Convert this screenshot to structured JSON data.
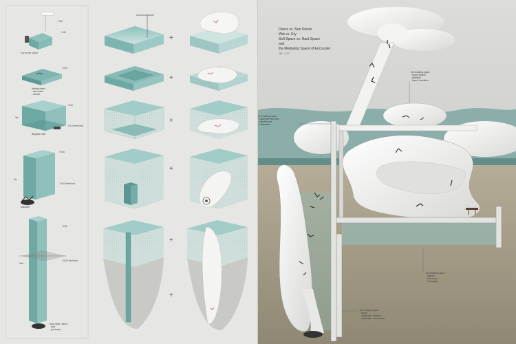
{
  "left_panel": {
    "rows": [
      {
        "label_a": "concrete pillar",
        "level_mark": "+0.00",
        "dim_top": "1.5m"
      },
      {
        "label_a": "floating object",
        "label_b": "- bird nature",
        "label_c": "- volume",
        "level_mark": "+0.00"
      },
      {
        "label_a": "lifeguard chair",
        "level_mark": "+0.00",
        "level_mark_b": "-00.00 fixed bed",
        "dim_side": "3m"
      },
      {
        "label_a": "character",
        "level_mark": "+0.00",
        "level_mark_b": "-00.00 fixed bed",
        "dim_side": "6m"
      },
      {
        "label_a": "clear ramp / barrel",
        "label_b": "- boat",
        "label_c": "- just trucks",
        "level_mark": "+0.00",
        "level_mark_b": "-00.00 fixed bed",
        "dim_side": "10m"
      }
    ],
    "plus_sign": "+"
  },
  "right_panel": {
    "title_lines": [
      "Divers vs. Non Divers",
      "Wet vs. Dry",
      "Soft Space vs. Hard Space",
      "and",
      "the Mediating Space of Encounter"
    ],
    "scale_note": "1/8\" = 1'-0\"",
    "callouts": [
      {
        "title": "#1 mediating space",
        "lines": [
          "- swivel objects",
          "- cafeteria",
          "- board / elevation"
        ]
      },
      {
        "title": "#2 mediating space",
        "lines": [
          "- underwater structure",
          "- maintenance",
          "- observation"
        ]
      },
      {
        "title": "#3 mediating space",
        "lines": [
          "- partition",
          "- mud swim",
          "- a floodgate"
        ]
      },
      {
        "title": "#4 mediating space",
        "lines": [
          "- layers",
          "- underwater (interior)",
          "- underwater / observation"
        ]
      }
    ]
  },
  "colors": {
    "water": "#7fb5b1",
    "water_dark": "#5c9995",
    "paper": "#e6e6e4",
    "ground": "#a09a88",
    "soft": "#f4f4f3"
  }
}
